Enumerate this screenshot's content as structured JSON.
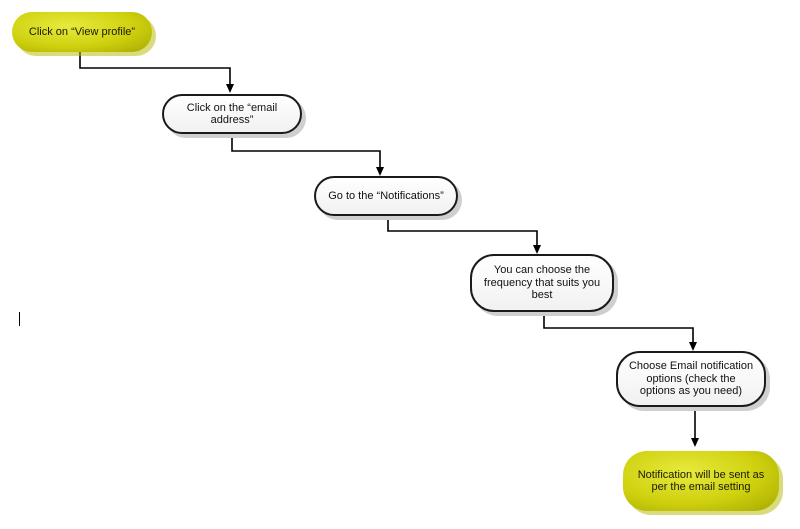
{
  "flowchart": {
    "start": "Click on “View profile”",
    "steps": [
      "Click on the “email address”",
      "Go to the “Notifications”",
      "You can choose the frequency that suits you best",
      "Choose Email notification options (check the options as you need)"
    ],
    "end": "Notification will be sent as per the email setting"
  },
  "colors": {
    "terminal_fill": "#cfd10f",
    "step_fill": "#ffffff",
    "border": "#1a1a1a",
    "connector": "#000000"
  }
}
